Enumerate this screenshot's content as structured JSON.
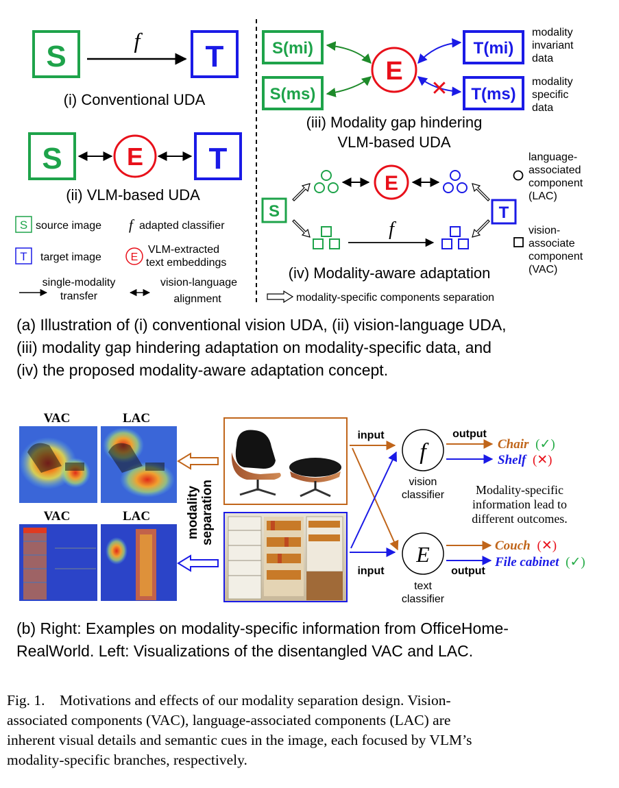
{
  "panel_a": {
    "i": {
      "source_letter": "S",
      "target_letter": "T",
      "arrow_label": "f",
      "caption": "(i) Conventional UDA"
    },
    "ii": {
      "source_letter": "S",
      "embedding_letter": "E",
      "target_letter": "T",
      "caption": "(ii) VLM-based UDA"
    },
    "iii": {
      "s_mi": "S(mi)",
      "s_ms": "S(ms)",
      "embedding_letter": "E",
      "t_mi": "T(mi)",
      "t_ms": "T(ms)",
      "mi_note": [
        "modality",
        "invariant",
        "data"
      ],
      "ms_note": [
        "modality",
        "specific",
        "data"
      ],
      "cross_mark": "✕",
      "caption_line1": "(iii) Modality gap hindering",
      "caption_line2": "VLM-based UDA"
    },
    "iv": {
      "source_letter": "S",
      "embedding_letter": "E",
      "target_letter": "T",
      "arrow_label": "f",
      "lac_note": [
        "language-",
        "associated",
        "component",
        "(LAC)"
      ],
      "vac_note": [
        "vision-",
        "associate",
        "component",
        "(VAC)"
      ],
      "caption": "(iv) Modality-aware adaptation"
    },
    "legend": {
      "source_icon": "S",
      "source_text": "source image",
      "classifier_symbol": "f",
      "classifier_text": "adapted classifier",
      "target_icon": "T",
      "target_text": "target image",
      "embedding_icon": "E",
      "embedding_text_line1": "VLM-extracted",
      "embedding_text_line2": "text embeddings",
      "single_line1": "single-modality",
      "single_line2": "transfer",
      "align_line1": "vision-language",
      "align_line2": "alignment",
      "separation_text": "modality-specific components separation"
    },
    "caption_line1": "(a) Illustration of (i) conventional vision UDA, (ii) vision-language UDA,",
    "caption_line2": "(iii) modality gap hindering adaptation on modality-specific data, and",
    "caption_line3": "(iv) the proposed modality-aware adaptation concept."
  },
  "panel_b": {
    "vac_label_top": "VAC",
    "lac_label_top": "LAC",
    "vac_label_bottom": "VAC",
    "lac_label_bottom": "LAC",
    "separation_line1": "modality",
    "separation_line2": "separation",
    "input_top": "input",
    "input_bottom": "input",
    "output_top": "output",
    "output_bottom": "output",
    "vision_symbol": "f",
    "vision_line1": "vision",
    "vision_line2": "classifier",
    "text_symbol": "E",
    "text_line1": "text",
    "text_line2": "classifier",
    "out_chair": "Chair",
    "out_chair_mark": "(✓)",
    "out_shelf": "Shelf",
    "out_shelf_mark": "(✕)",
    "out_couch": "Couch",
    "out_couch_mark": "(✕)",
    "out_cabinet": "File cabinet",
    "out_cabinet_mark": "(✓)",
    "note_line1": "Modality-specific",
    "note_line2": "information lead to",
    "note_line3": "different outcomes.",
    "caption_line1": "(b) Right: Examples on modality-specific information from OfficeHome-",
    "caption_line2": "RealWorld. Left: Visualizations of the disentangled VAC and LAC."
  },
  "figure_caption": {
    "line1": "Fig. 1.    Motivations and effects of our modality separation design. Vision-",
    "line2": "associated components (VAC), language-associated components (LAC) are",
    "line3": "inherent visual details and semantic cues in the image, each focused by VLM’s",
    "line4": "modality-specific branches, respectively."
  },
  "colors": {
    "source_green": "#1ea34a",
    "target_blue": "#1a1ae6",
    "embedding_red": "#e8101a",
    "orange": "#c0651a",
    "check_green": "#22aa44"
  }
}
